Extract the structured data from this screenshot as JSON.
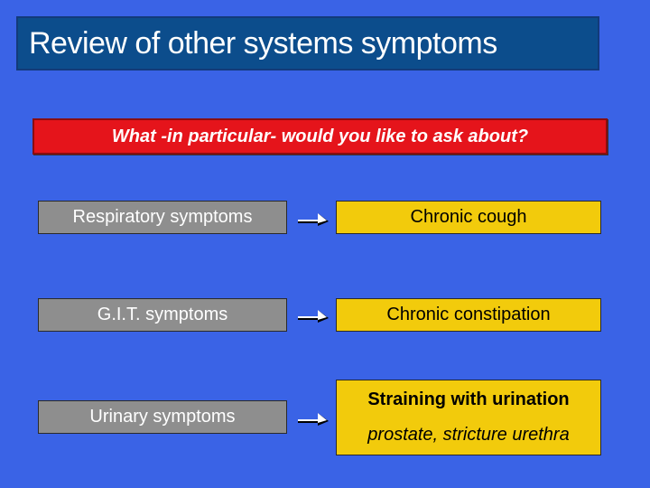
{
  "slide": {
    "title": "Review of other systems symptoms",
    "question": "What -in particular- would you like to ask about?"
  },
  "rows": [
    {
      "system": "Respiratory symptoms",
      "finding": "Chronic cough"
    },
    {
      "system": "G.I.T. symptoms",
      "finding": "Chronic constipation"
    },
    {
      "system": "Urinary symptoms",
      "finding": "Straining with urination",
      "detail": "prostate, stricture urethra"
    }
  ],
  "colors": {
    "background": "#3a63e6",
    "title_box": "#0c4d8c",
    "question_box": "#e5141b",
    "system_box": "#8e8e8e",
    "finding_box": "#f2cb0c"
  },
  "icons": {
    "arrow": "right-arrow-icon"
  }
}
